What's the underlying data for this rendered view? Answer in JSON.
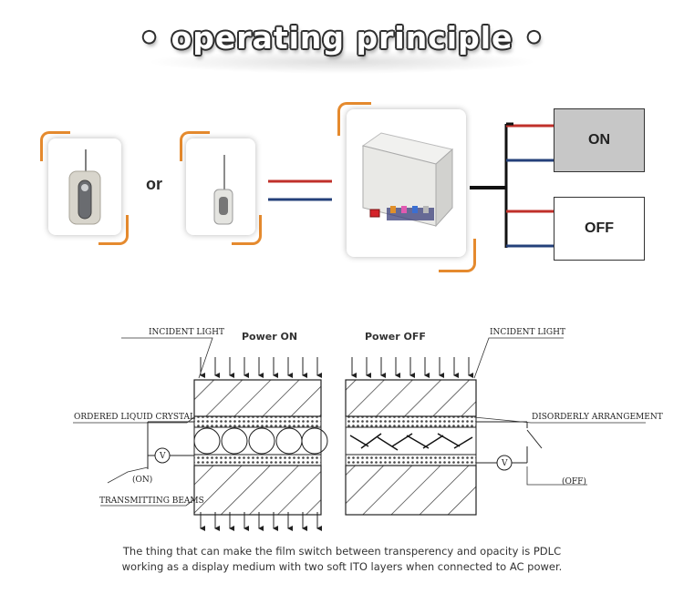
{
  "title": "• operating principle •",
  "or_label": "or",
  "states": {
    "on": "ON",
    "off": "OFF"
  },
  "diagram": {
    "power_on": "Power ON",
    "power_off": "Power OFF",
    "incident_light_left": "INCIDENT LIGHT",
    "incident_light_right": "INCIDENT LIGHT",
    "ordered_liquid_crystal": "ORDERED LIQUID CRYSTAL",
    "disorderly_arrangement": "DISORDERLY ARRANGEMENT",
    "transmitting_beams": "TRANSMITTING BEAMS",
    "switch_on": "(ON)",
    "switch_off": "(OFF)",
    "voltmeter": "V"
  },
  "caption": {
    "line1": "The thing that can make the film switch between transperency and opacity is PDLC",
    "line2": "working as a display medium with two soft ITO layers when connected to AC power."
  },
  "colors": {
    "accent": "#e58a2e",
    "wire_red": "#c0302a",
    "wire_blue": "#24407a"
  }
}
